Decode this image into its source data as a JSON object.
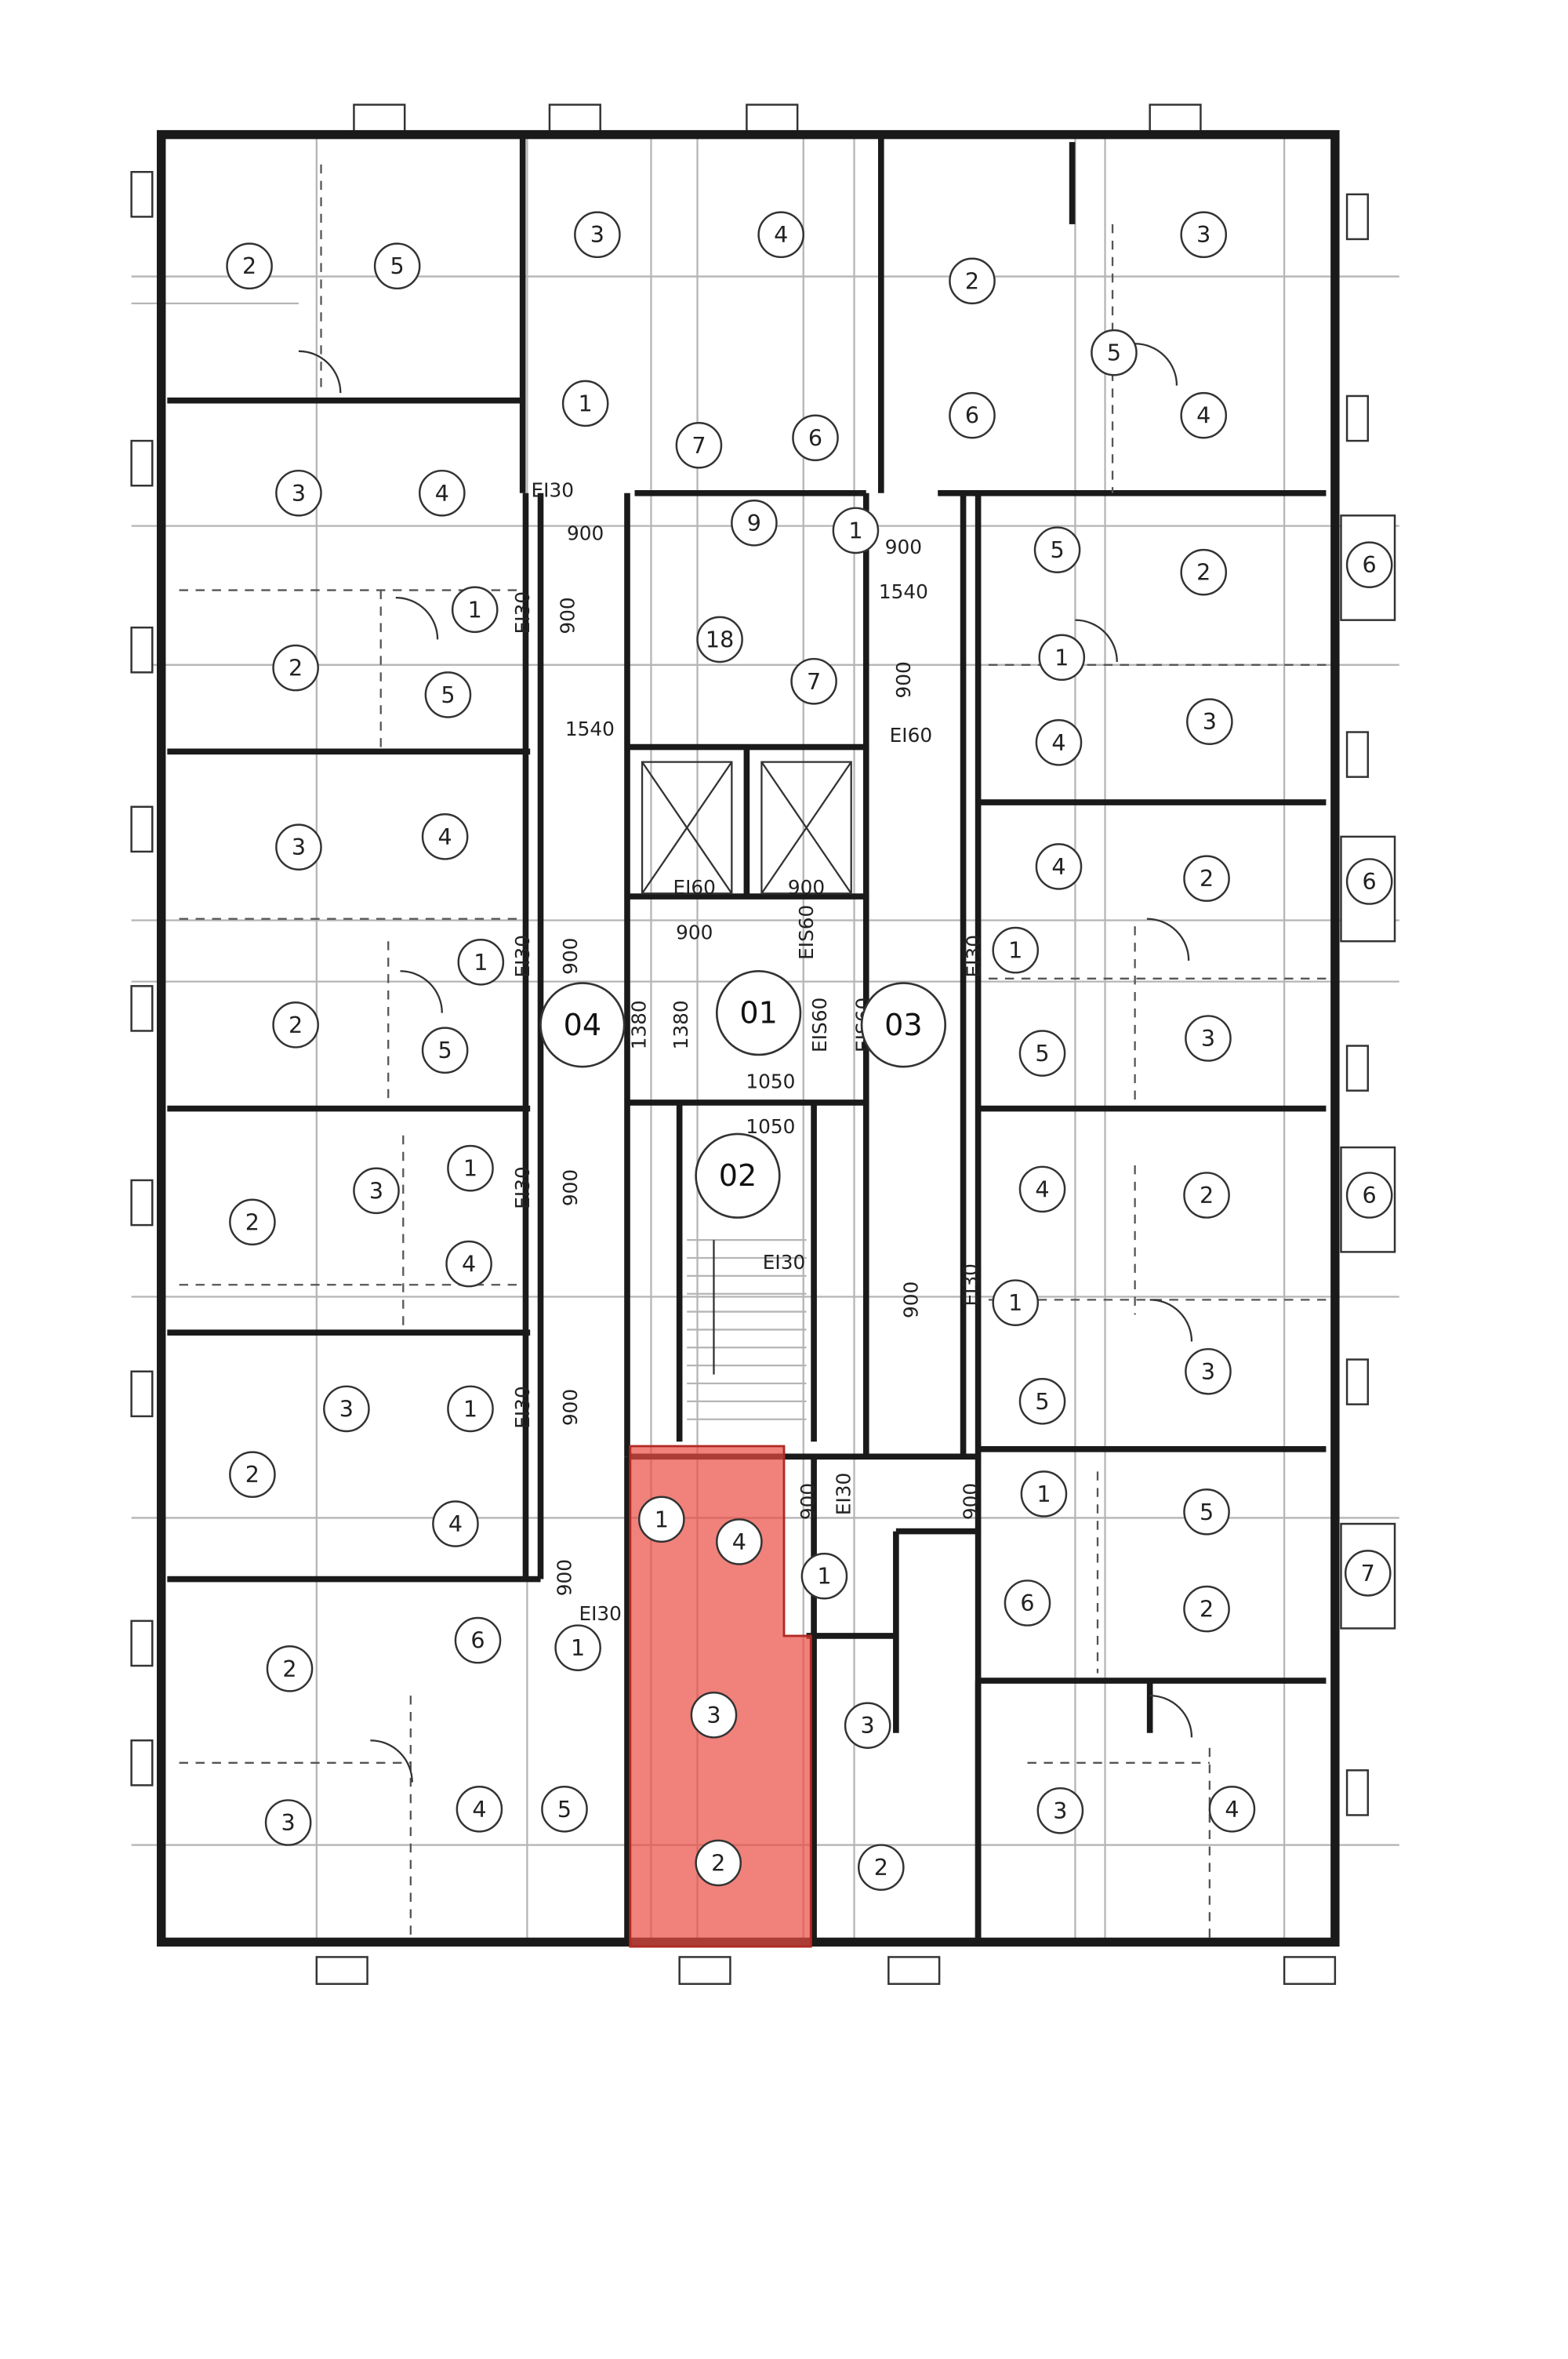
{
  "highlight": {
    "color": "#ea4b43",
    "outline": "#b02a24",
    "opacity": 0.7
  },
  "core_labels": [
    "01",
    "02",
    "03",
    "04"
  ],
  "room_labels": [
    "2",
    "5",
    "3",
    "4",
    "2",
    "3",
    "5",
    "6",
    "4",
    "1",
    "7",
    "6",
    "3",
    "4",
    "9",
    "1",
    "5",
    "2",
    "6",
    "1",
    "18",
    "7",
    "1",
    "2",
    "5",
    "3",
    "4",
    "3",
    "4",
    "4",
    "2",
    "6",
    "1",
    "1",
    "2",
    "5",
    "5",
    "3",
    "1",
    "3",
    "2",
    "4",
    "2",
    "6",
    "4",
    "1",
    "3",
    "3",
    "1",
    "5",
    "2",
    "4",
    "1",
    "4",
    "1",
    "1",
    "5",
    "7",
    "2",
    "6",
    "6",
    "1",
    "2",
    "3",
    "3",
    "3",
    "4",
    "5",
    "3",
    "4",
    "2",
    "2"
  ],
  "dimension_labels": [
    "EI30",
    "900",
    "900",
    "EI30",
    "1540",
    "900",
    "EI30",
    "900",
    "1540",
    "EI60",
    "EI60",
    "900",
    "900",
    "EIS60",
    "1380",
    "1380",
    "EIS60",
    "EIS60",
    "1050",
    "1050",
    "EI30",
    "900",
    "EI30",
    "900",
    "EI30",
    "900",
    "EI30",
    "900",
    "EI30",
    "900",
    "900",
    "EI30",
    "900",
    "EI30"
  ]
}
